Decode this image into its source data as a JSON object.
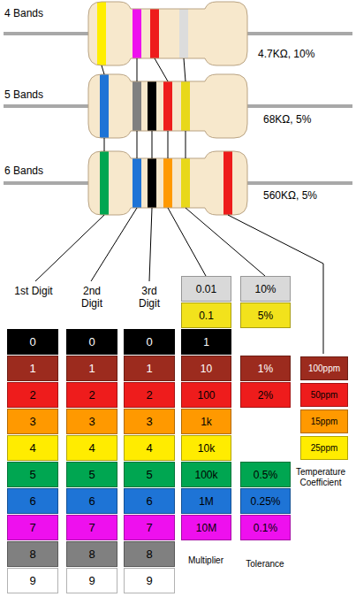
{
  "diagram": {
    "nodes": [
      {
        "text": [
          "0"
        ]
      },
      {
        "text": [
          "1"
        ]
      },
      {
        "text": [
          "2"
        ]
      },
      {
        "text": [
          "3"
        ]
      },
      {
        "text": [
          "4"
        ]
      },
      {
        "text": [
          "5"
        ]
      },
      {
        "text": [
          "6"
        ]
      },
      {
        "text": [
          "7"
        ]
      },
      {
        "text": [
          "8"
        ]
      },
      {
        "text": [
          "9"
        ]
      },
      {
        "text": [
          "0"
        ]
      },
      {
        "text": [
          "1"
        ]
      },
      {
        "text": [
          "2"
        ]
      },
      {
        "text": [
          "3"
        ]
      },
      {
        "text": [
          "4"
        ]
      },
      {
        "text": [
          "5"
        ]
      },
      {
        "text": [
          "6"
        ]
      },
      {
        "text": [
          "7"
        ]
      },
      {
        "text": [
          "8"
        ]
      },
      {
        "text": [
          "9"
        ]
      },
      {
        "text": [
          "0"
        ]
      },
      {
        "text": [
          "1"
        ]
      },
      {
        "text": [
          "2"
        ]
      },
      {
        "text": [
          "3"
        ]
      },
      {
        "text": [
          "4"
        ]
      },
      {
        "text": [
          "5"
        ]
      },
      {
        "text": [
          "6"
        ]
      },
      {
        "text": [
          "7"
        ]
      },
      {
        "text": [
          "8"
        ]
      },
      {
        "text": [
          "9"
        ]
      },
      {
        "text": [
          "0.01"
        ]
      },
      {
        "text": [
          "0.1"
        ]
      },
      {
        "text": [
          "1"
        ]
      },
      {
        "text": [
          "10"
        ]
      },
      {
        "text": [
          "100"
        ]
      },
      {
        "text": [
          "1k"
        ]
      },
      {
        "text": [
          "10k"
        ]
      },
      {
        "text": [
          "100k"
        ]
      },
      {
        "text": [
          "1M"
        ]
      },
      {
        "text": [
          "10M"
        ]
      },
      {
        "text": [
          "10%"
        ]
      },
      {
        "text": [
          "5%"
        ]
      },
      {
        "text": [
          "1%"
        ]
      },
      {
        "text": [
          "2%"
        ]
      },
      {
        "text": [
          "0.5%"
        ]
      },
      {
        "text": [
          "0.25%"
        ]
      },
      {
        "text": [
          "0.1%"
        ]
      },
      {
        "text": [
          "100ppm"
        ]
      },
      {
        "text": [
          "50ppm"
        ]
      },
      {
        "text": [
          "15ppm"
        ]
      },
      {
        "text": [
          "25ppm"
        ]
      }
    ],
    "labels": [
      "4 Bands",
      "4.7KΩ, 10%",
      "5 Bands",
      "68KΩ, 5%",
      "6 Bands",
      "560KΩ, 5%",
      "1st Digit",
      "2nd Digit",
      "3rd Digit",
      "Temperature Coefficient",
      "Multiplier",
      "Tolerance"
    ]
  }
}
